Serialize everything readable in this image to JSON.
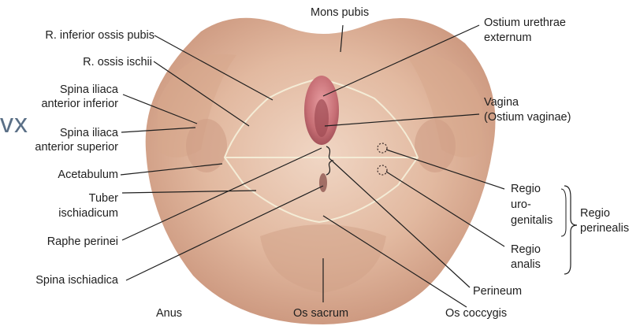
{
  "labels": {
    "mons_pubis": "Mons pubis",
    "ostium_urethrae": [
      "Ostium urethrae",
      "externum"
    ],
    "r_inferior_ossis_pubis": "R. inferior ossis pubis",
    "r_ossis_ischii": "R. ossis ischii",
    "spina_iliaca_anterior_inferior": [
      "Spina iliaca",
      "anterior inferior"
    ],
    "spina_iliaca_anterior_superior": [
      "Spina iliaca",
      "anterior superior"
    ],
    "acetabulum": "Acetabulum",
    "tuber_ischiadicum": [
      "Tuber",
      "ischiadicum"
    ],
    "raphe_perinei": "Raphe perinei",
    "spina_ischiadica": "Spina ischiadica",
    "anus": "Anus",
    "os_sacrum": "Os sacrum",
    "os_coccygis": "Os coccygis",
    "perineum": "Perineum",
    "vagina": [
      "Vagina",
      "(Ostium vaginae)"
    ],
    "regio_urogenitalis": [
      "Regio",
      "uro-",
      "genitalis"
    ],
    "regio_analis": [
      "Regio",
      "analis"
    ],
    "regio_perinealis": [
      "Regio",
      "perinealis"
    ],
    "ghost_text": "vx"
  },
  "colors": {
    "skin_outer": "#e3bfa8",
    "skin_mid": "#d9ac92",
    "skin_light": "#efd4c2",
    "mucosa": "#c9727a",
    "outline": "#f4ecd6",
    "leader": "#1e1e1e",
    "text": "#1e1e1e"
  }
}
